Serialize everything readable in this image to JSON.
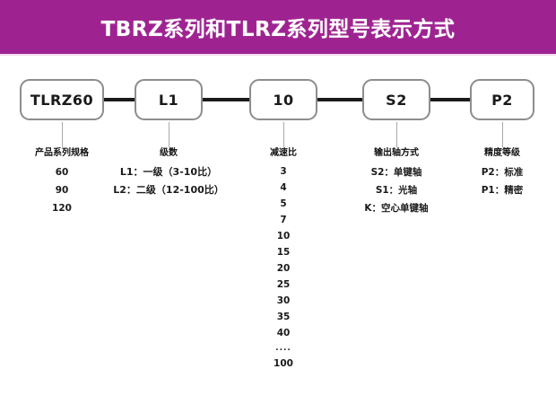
{
  "banner": {
    "title": "TBRZ系列和TLRZ系列型号表示方式",
    "color": "#9E2391"
  },
  "model_boxes": [
    {
      "code": "TLRZ60"
    },
    {
      "code": "L1"
    },
    {
      "code": "10"
    },
    {
      "code": "S2"
    },
    {
      "code": "P2"
    }
  ],
  "columns": [
    {
      "heading": "产品系列规格",
      "items": [
        "60",
        "90",
        "120"
      ]
    },
    {
      "heading": "级数",
      "items": [
        "L1：一级（3-10比）",
        "L2：二级（12-100比）"
      ]
    },
    {
      "heading": "减速比",
      "items": [
        "3",
        "4",
        "5",
        "7",
        "10",
        "15",
        "20",
        "25",
        "30",
        "35",
        "40",
        "....",
        "100"
      ]
    },
    {
      "heading": "输出轴方式",
      "items": [
        "S2：单键轴",
        "S1：光轴",
        "K：空心单键轴"
      ]
    },
    {
      "heading": "精度等级",
      "items": [
        "P2：标准",
        "P1：精密"
      ]
    }
  ]
}
